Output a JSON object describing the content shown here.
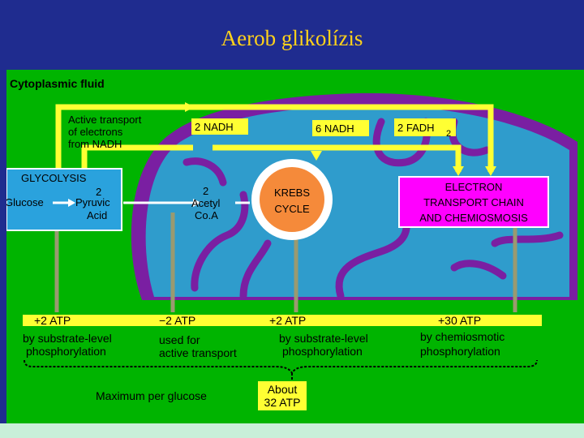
{
  "slide": {
    "title": "Aerob glikolízis"
  },
  "diagram": {
    "region_label": "Cytoplasmic fluid",
    "transport_note": [
      "Active transport",
      "of electrons",
      "from NADH"
    ],
    "nadh_2": "2 NADH",
    "nadh_6": "6 NADH",
    "fadh_main": "2 FADH",
    "fadh_sub": "2",
    "glycolysis": {
      "title": "GLYCOLYSIS",
      "count": "2",
      "glucose": "Glucose",
      "pyruvic": "Pyruvic",
      "acid": "Acid"
    },
    "acetyl": [
      "2",
      "Acetyl",
      "Co.A"
    ],
    "krebs": [
      "KREBS",
      "CYCLE"
    ],
    "etc": [
      "ELECTRON",
      "TRANSPORT CHAIN",
      "AND CHEMIOSMOSIS"
    ],
    "atp": [
      {
        "value": "+2 ATP",
        "desc": [
          "by substrate-level",
          "phosphorylation"
        ]
      },
      {
        "value": "−2 ATP",
        "desc": [
          "used for",
          "active transport"
        ]
      },
      {
        "value": "+2 ATP",
        "desc": [
          "by substrate-level",
          "phosphorylation"
        ]
      },
      {
        "value": "+30 ATP",
        "desc": [
          "by chemiosmotic",
          "phosphorylation"
        ]
      }
    ],
    "max_label": "Maximum per glucose",
    "total": [
      "About",
      "32 ATP"
    ]
  },
  "colors": {
    "title_bg": "#1f2c8f",
    "title_text": "#ffd21a",
    "cytoplasm": "#00b400",
    "mitochondrion": "#2f9ccc",
    "membrane": "#7a1fa2",
    "yellow": "#ffff33",
    "glycolysis_box": "#2aa2dd",
    "etc_box": "#ff00ff",
    "krebs": "#f58a3a"
  }
}
